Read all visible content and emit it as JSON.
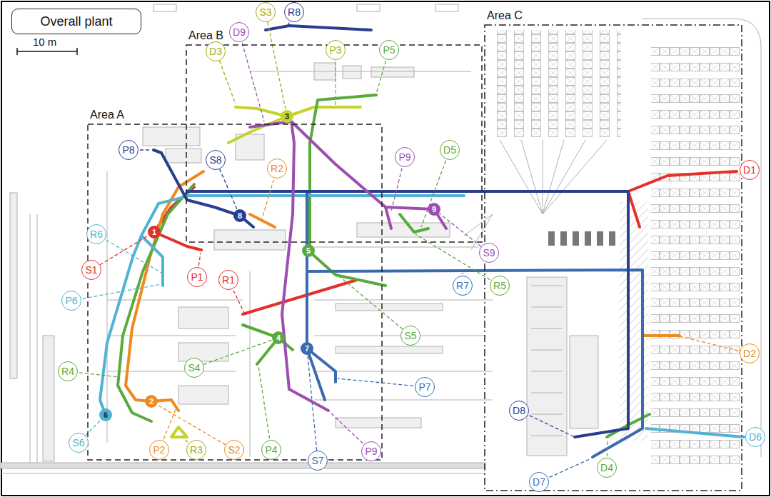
{
  "diagram": {
    "nodes": [
      {
        "text": [
          "Overall plant"
        ]
      },
      {
        "text": [
          "Area A"
        ]
      },
      {
        "text": [
          "Area B"
        ]
      },
      {
        "text": [
          "Area C"
        ]
      },
      {
        "text": [
          "S3"
        ]
      },
      {
        "text": [
          "R8"
        ]
      },
      {
        "text": [
          "D9"
        ]
      },
      {
        "text": [
          "D3"
        ]
      },
      {
        "text": [
          "P3"
        ]
      },
      {
        "text": [
          "P5"
        ]
      },
      {
        "text": [
          "3"
        ]
      },
      {
        "text": [
          "P8"
        ]
      },
      {
        "text": [
          "D5"
        ]
      },
      {
        "text": [
          "P9"
        ]
      },
      {
        "text": [
          "S8"
        ]
      },
      {
        "text": [
          "R2"
        ]
      },
      {
        "text": [
          "D1"
        ]
      },
      {
        "text": [
          "9"
        ]
      },
      {
        "text": [
          "8"
        ]
      },
      {
        "text": [
          "1"
        ]
      },
      {
        "text": [
          "R6"
        ]
      },
      {
        "text": [
          "5"
        ]
      },
      {
        "text": [
          "S9"
        ]
      },
      {
        "text": [
          "S1"
        ]
      },
      {
        "text": [
          "P1"
        ]
      },
      {
        "text": [
          "R1"
        ]
      },
      {
        "text": [
          "R7"
        ]
      },
      {
        "text": [
          "R5"
        ]
      },
      {
        "text": [
          "P6"
        ]
      },
      {
        "text": [
          "S5"
        ]
      },
      {
        "text": [
          "4"
        ]
      },
      {
        "text": [
          "7"
        ]
      },
      {
        "text": [
          "D2"
        ]
      },
      {
        "text": [
          "S4"
        ]
      },
      {
        "text": [
          "R4"
        ]
      },
      {
        "text": [
          "P7"
        ]
      },
      {
        "text": [
          "2"
        ]
      },
      {
        "text": [
          "D8"
        ]
      },
      {
        "text": [
          "6"
        ]
      },
      {
        "text": [
          "D6"
        ]
      },
      {
        "text": [
          "S6"
        ]
      },
      {
        "text": [
          "P2"
        ]
      },
      {
        "text": [
          "R3"
        ]
      },
      {
        "text": [
          "S2"
        ]
      },
      {
        "text": [
          "P4"
        ]
      },
      {
        "text": [
          "P9"
        ]
      },
      {
        "text": [
          "S7"
        ]
      },
      {
        "text": [
          "D4"
        ]
      },
      {
        "text": [
          "D7"
        ]
      }
    ],
    "edges": [
      {
        "from": 23,
        "to": 19,
        "arrow": "none"
      },
      {
        "from": 43,
        "to": 36,
        "arrow": "none"
      },
      {
        "from": 4,
        "to": 10,
        "arrow": "none"
      },
      {
        "from": 33,
        "to": 30,
        "arrow": "none"
      },
      {
        "from": 29,
        "to": 21,
        "arrow": "none"
      },
      {
        "from": 40,
        "to": 38,
        "arrow": "none"
      },
      {
        "from": 46,
        "to": 31,
        "arrow": "none"
      },
      {
        "from": 14,
        "to": 18,
        "arrow": "none"
      },
      {
        "from": 22,
        "to": 17,
        "arrow": "none"
      }
    ],
    "labels": [
      "10 m"
    ]
  }
}
